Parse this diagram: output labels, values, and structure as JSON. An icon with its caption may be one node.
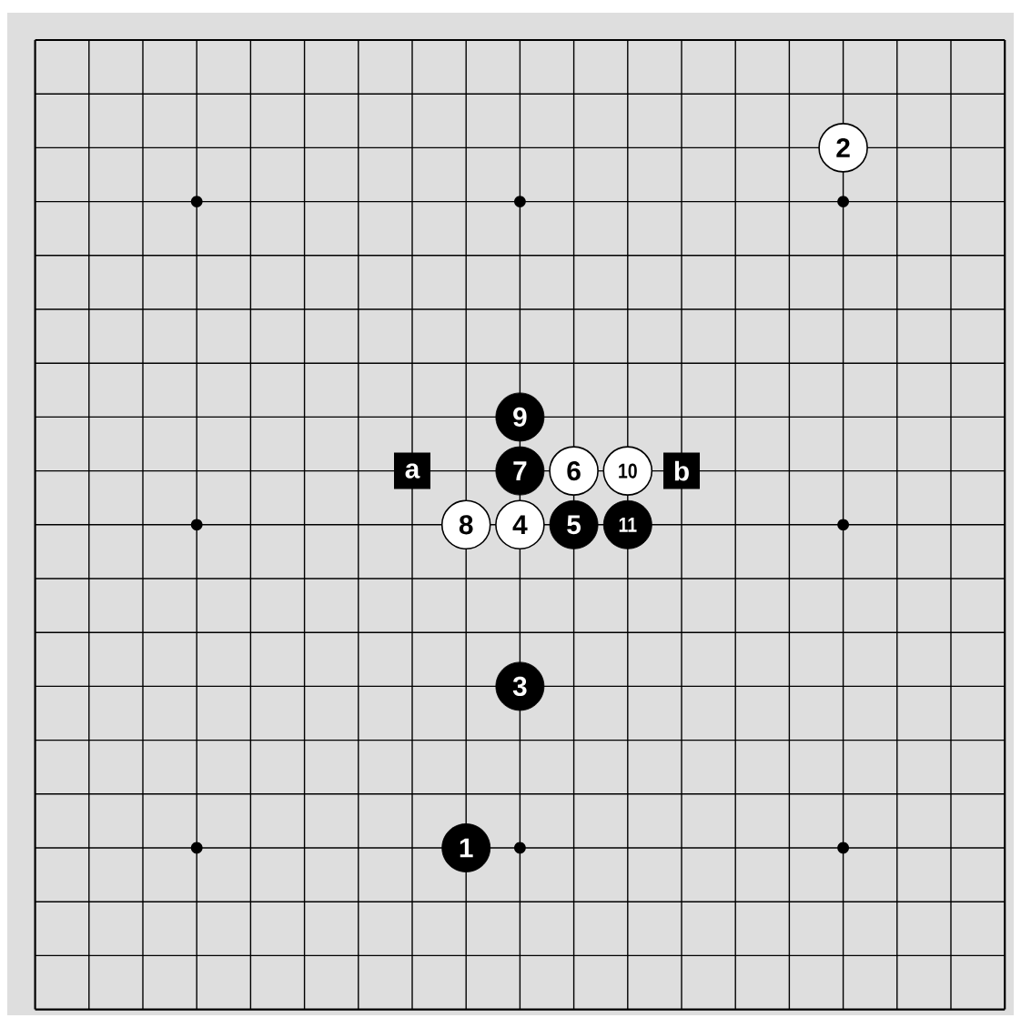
{
  "diagram": {
    "nodes": [
      {
        "text": [
          "2"
        ]
      },
      {
        "text": [
          "9"
        ]
      },
      {
        "text": [
          "a"
        ]
      },
      {
        "text": [
          "7"
        ]
      },
      {
        "text": [
          "6"
        ]
      },
      {
        "text": [
          "10"
        ]
      },
      {
        "text": [
          "b"
        ]
      },
      {
        "text": [
          "8"
        ]
      },
      {
        "text": [
          "4"
        ]
      },
      {
        "text": [
          "5"
        ]
      },
      {
        "text": [
          "11"
        ]
      },
      {
        "text": [
          "3"
        ]
      },
      {
        "text": [
          "1"
        ]
      }
    ]
  }
}
